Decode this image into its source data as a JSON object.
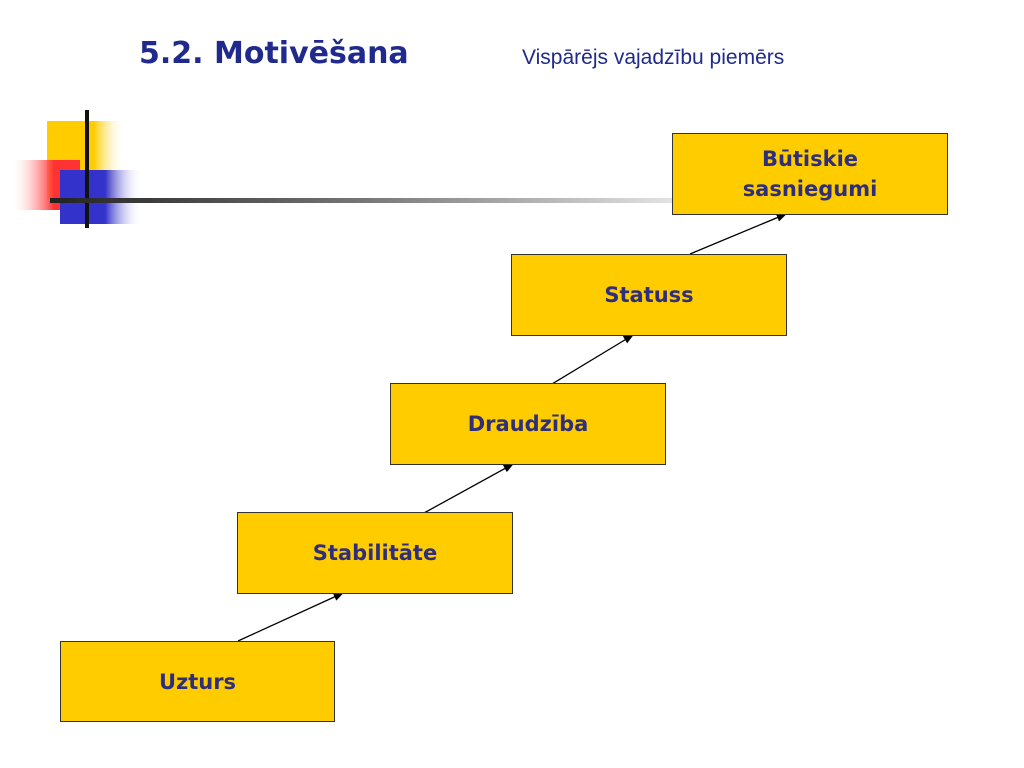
{
  "header": {
    "title": "5.2. Motivēšana",
    "subtitle": "Vispārējs vajadzību piemērs"
  },
  "colors": {
    "box_fill": "#ffcc00",
    "text": "#2e2e7a",
    "title": "#1f2a8c",
    "deco_yellow": "#ffcc00",
    "deco_red": "#ff3333",
    "deco_blue": "#3333cc"
  },
  "steps": [
    {
      "label": "Uzturs"
    },
    {
      "label": "Stabilitāte"
    },
    {
      "label": "Draudzība"
    },
    {
      "label": "Statuss"
    },
    {
      "label": "Būtiskie\nsasniegumi"
    }
  ]
}
